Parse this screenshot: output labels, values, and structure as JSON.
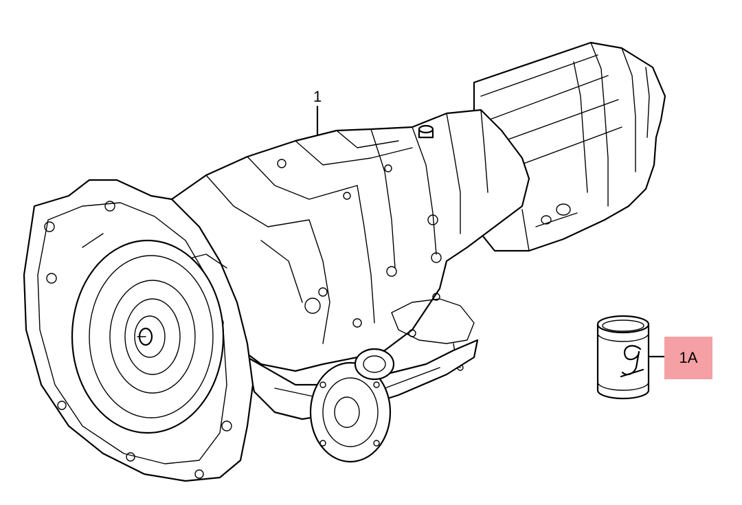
{
  "callouts": {
    "part_1": {
      "label": "1"
    },
    "part_1a": {
      "label": "1A",
      "highlight_color": "#f4a0a4"
    }
  },
  "colors": {
    "line": "#000000",
    "background": "#ffffff"
  },
  "icons": {
    "oil_can": "oil-can-icon",
    "oil_can_symbol": "oil-drop-symbol"
  }
}
